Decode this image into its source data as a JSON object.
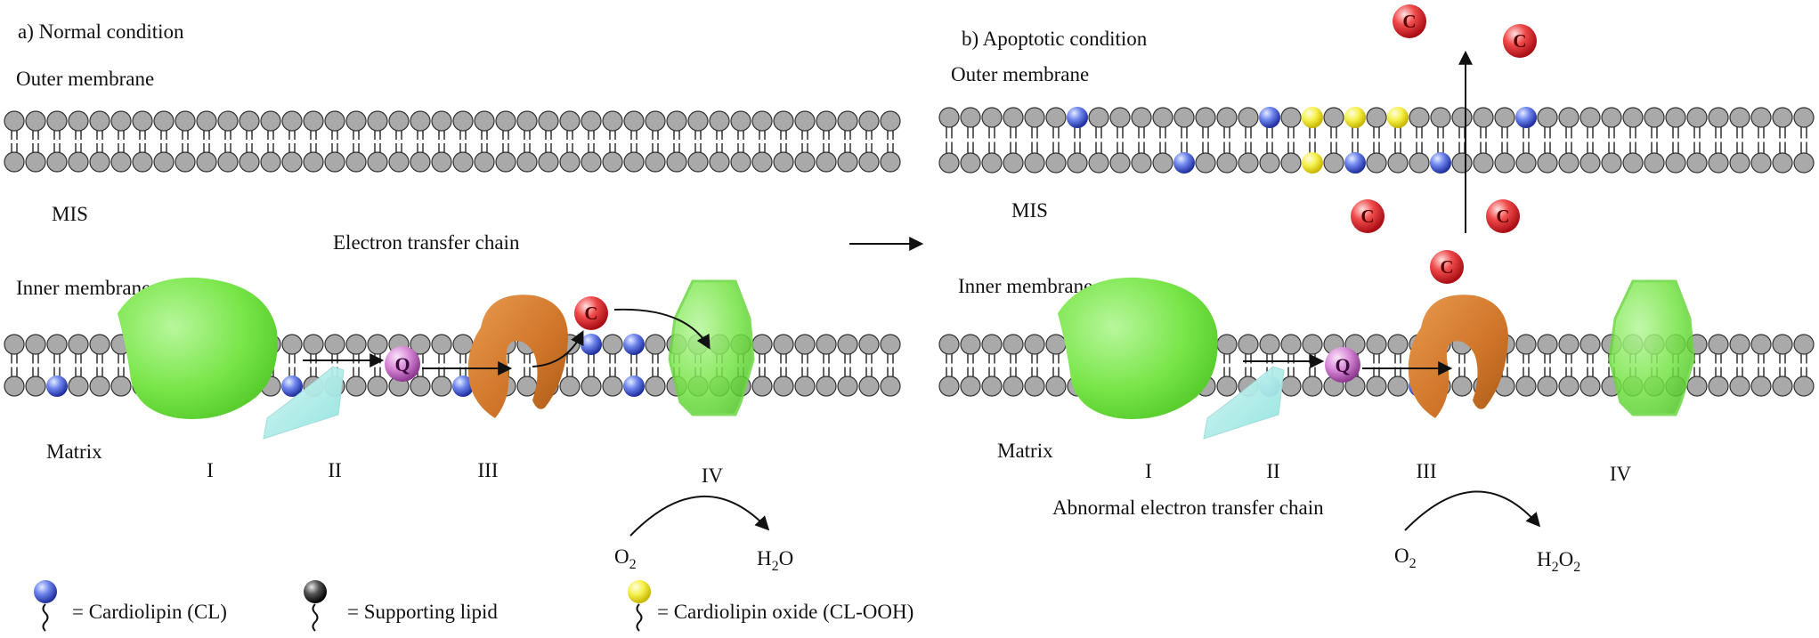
{
  "panel_a": {
    "title": "a) Normal condition",
    "outer_membrane_label": "Outer membrane",
    "mis_label": "MIS",
    "chain_label": "Electron transfer chain",
    "inner_membrane_label": "Inner membrane",
    "matrix_label": "Matrix",
    "complexes": [
      "I",
      "II",
      "III",
      "IV"
    ],
    "q_label": "Q",
    "c_label": "C",
    "reaction_reactant": "O",
    "reactant_sub": "2",
    "reaction_product": "H",
    "product_sub": "2",
    "product_suffix": "O"
  },
  "panel_b": {
    "title": "b) Apoptotic condition",
    "outer_membrane_label": "Outer membrane",
    "mis_label": "MIS",
    "inner_membrane_label": "Inner membrane",
    "matrix_label": "Matrix",
    "complexes": [
      "I",
      "II",
      "III",
      "IV"
    ],
    "q_label": "Q",
    "c_labels": [
      "C",
      "C",
      "C",
      "C",
      "C"
    ],
    "chain_label": "Abnormal electron transfer chain",
    "reaction_reactant": "O",
    "reactant_sub": "2",
    "reaction_product": "H",
    "product_sub": "2",
    "product_sub2": "2",
    "product_mid": "O"
  },
  "legend": {
    "cardiolipin": "= Cardiolipin (CL)",
    "supporting": "= Supporting lipid",
    "oxide": "= Cardiolipin oxide (CL-OOH)"
  },
  "colors": {
    "lipid": "#a9a9a9",
    "cardiolipin": "#4a5fd8",
    "oxide": "#f3ee3a",
    "cytochrome_c": "#e8303a",
    "complex_I": "#7de84f",
    "complex_II": "#a9ecea",
    "complex_III": "#d27a2e",
    "complex_IV": "#9cec74",
    "ubiquinone": "#d888d6"
  }
}
